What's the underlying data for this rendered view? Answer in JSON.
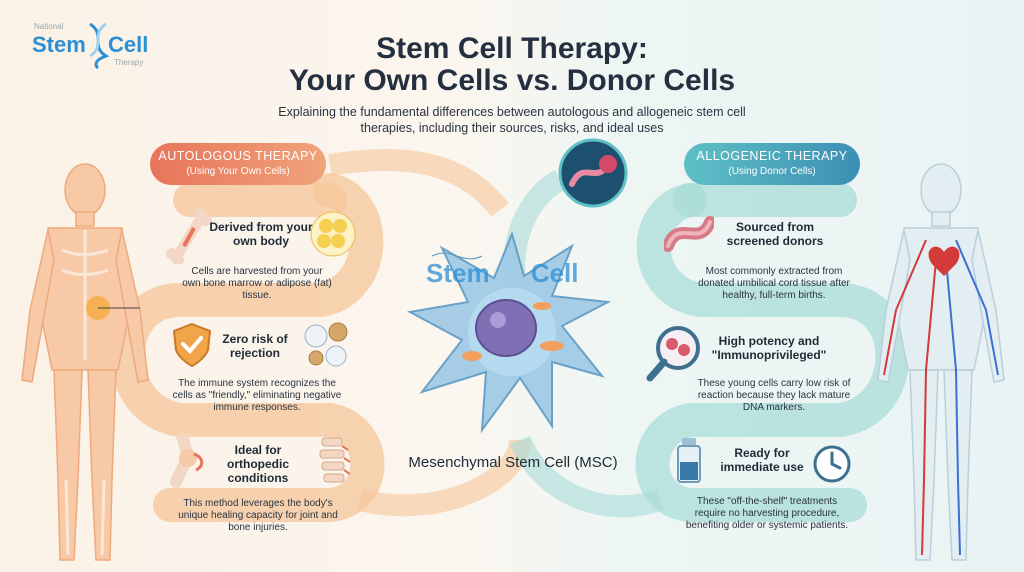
{
  "logo": {
    "top": "National",
    "brand_left": "Stem",
    "brand_right": "Cell",
    "bottom": "Therapy"
  },
  "header": {
    "title_line1": "Stem Cell Therapy:",
    "title_line2": "Your Own Cells vs. Donor Cells",
    "subtitle": "Explaining the fundamental differences between autologous and allogeneic stem cell therapies, including their sources, risks, and ideal uses"
  },
  "autologous": {
    "title": "AUTOLOGOUS THERAPY",
    "subtitle": "(Using Your Own Cells)",
    "items": [
      {
        "head": "Derived from your own body",
        "body": "Cells are harvested from your own bone marrow or adipose (fat) tissue.",
        "icon": "bone-icon"
      },
      {
        "head": "Zero risk of rejection",
        "body": "The immune system recognizes the cells as \"friendly,\" eliminating negative immune responses.",
        "icon": "shield-check-icon"
      },
      {
        "head": "Ideal for orthopedic conditions",
        "body": "This method leverages the body's unique healing capacity for joint and bone injuries.",
        "icon": "knee-joint-icon"
      }
    ]
  },
  "allogeneic": {
    "title": "ALLOGENEIC THERAPY",
    "subtitle": "(Using Donor Cells)",
    "items": [
      {
        "head": "Sourced from screened donors",
        "body": "Most commonly extracted from donated umbilical cord tissue after healthy, full-term births.",
        "icon": "umbilical-cord-icon"
      },
      {
        "head": "High potency and \"Immunoprivileged\"",
        "body": "These young cells carry low risk of reaction because they lack mature DNA markers.",
        "icon": "magnifier-cells-icon"
      },
      {
        "head": "Ready for immediate use",
        "body": "These \"off-the-shelf\" treatments require no harvesting procedure, benefiting older or systemic patients.",
        "icon": "vial-clock-icon"
      }
    ]
  },
  "center": {
    "label": "Mesenchymal Stem Cell (MSC)"
  },
  "colors": {
    "autologous_accent": "#e8745a",
    "allogeneic_accent": "#3c8fb4",
    "cell_body": "#9ec9e6",
    "nucleus": "#7f6fb5"
  }
}
